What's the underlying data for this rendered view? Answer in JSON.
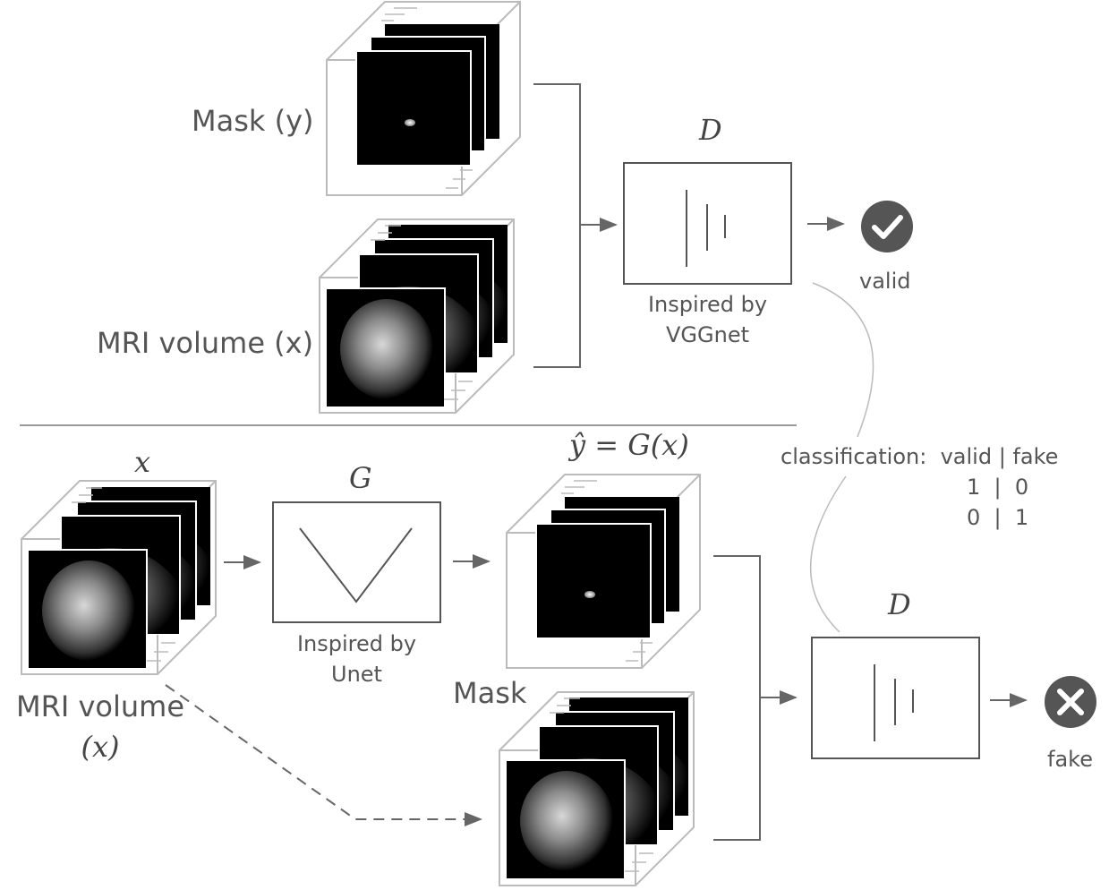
{
  "top": {
    "mask_label": "Mask (y)",
    "mri_label": "MRI volume (x)",
    "disc_title": "D",
    "disc_caption_line1": "Inspired by",
    "disc_caption_line2": "VGGnet",
    "valid_label": "valid",
    "valid_icon": "check-circle-icon"
  },
  "bottom": {
    "input_title": "x",
    "mri_label_line1": "MRI volume",
    "mri_label_line2": "(x)",
    "gen_title": "G",
    "gen_caption_line1": "Inspired by",
    "gen_caption_line2": "Unet",
    "pred_title": "ŷ = G(x)",
    "mask_label": "Mask",
    "disc_title": "D",
    "fake_label": "fake",
    "fake_icon": "x-circle-icon"
  },
  "classification": {
    "header": "classification:  valid | fake",
    "row1": "1  |  0",
    "row2": "0  |  1"
  },
  "colors": {
    "line": "#666666",
    "box": "#555555",
    "cube": "#bbbbbb",
    "icon": "#555555",
    "slice": "#000000"
  }
}
